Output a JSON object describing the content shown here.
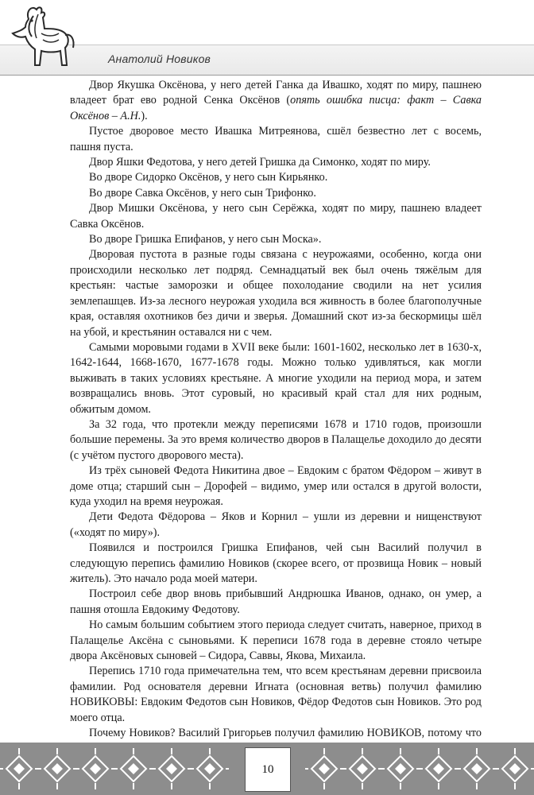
{
  "header": {
    "running_head": "Анатолий Новиков"
  },
  "paragraphs": [
    {
      "text": "Двор Якушка Оксёнова, у него детей Ганка да Ивашко, ходят по миру, пашнею владеет брат ево родной Сенка Оксёнов (",
      "italic": "опять ошибка писца: факт – Савка Оксёнов – А.Н.",
      "after": ")."
    },
    {
      "text": "Пустое дворовое место Ивашка Митреянова, сшёл безвестно лет с восемь, пашня пуста."
    },
    {
      "text": "Двор Яшки Федотова, у него детей Гришка да Симонко, ходят по миру."
    },
    {
      "text": "Во дворе Сидорко Оксёнов, у него сын Кирьянко."
    },
    {
      "text": "Во дворе Савка Оксёнов, у него сын Трифонко."
    },
    {
      "text": "Двор Мишки Оксёнова, у него сын Серёжка, ходят по миру, пашнею владеет Савка Оксёнов."
    },
    {
      "text": "Во дворе Гришка Епифанов, у него сын Моска»."
    },
    {
      "text": "Дворовая пустота в разные годы связана с неурожаями, особенно, когда они происходили несколько лет подряд. Семнадцатый век был очень тяжёлым для крестьян: частые заморозки и общее похолодание сводили на нет усилия землепашцев. Из-за лесного неурожая уходила вся живность в более благополучные края, оставляя охотников без дичи и зверья. Домашний скот из-за бескормицы шёл на убой, и крестьянин оставался ни с чем."
    },
    {
      "text": "Самыми моровыми годами в XVII веке были: 1601-1602, несколько лет в 1630-х, 1642-1644, 1668-1670, 1677-1678 годы. Можно только удивляться, как могли выживать в таких условиях крестьяне. А многие уходили на период мора, и затем возвращались вновь. Этот суровый, но красивый край стал для них родным, обжитым домом."
    },
    {
      "text": "За 32 года, что протекли между переписями 1678 и 1710 годов, произошли большие перемены. За это время количество дворов в Палащелье доходило до десяти (с учётом пустого дворового места)."
    },
    {
      "text": "Из трёх сыновей Федота Никитина двое – Евдоким с братом Фёдором – живут в доме отца; старший сын – Дорофей – видимо, умер или остался в другой волости, куда уходил на время неурожая."
    },
    {
      "text": "Дети Федота Фёдорова – Яков и Корнил – ушли из деревни и нищенствуют («ходят по миру»)."
    },
    {
      "text": "Появился и построился Гришка Епифанов, чей сын Василий получил в следующую перепись фамилию Новиков (скорее всего, от прозвища Новик – новый житель). Это начало рода моей матери."
    },
    {
      "text": "Построил себе двор вновь прибывший Андрюшка Иванов, однако, он умер, а пашня отошла Евдокиму Федотову."
    },
    {
      "text": "Но самым большим событием этого периода следует считать, наверное, приход в Палащелье Аксёна с сыновьями. К переписи 1678 года в деревне стояло четыре двора Аксёновых сыновей – Сидора, Саввы, Якова, Михаила."
    },
    {
      "text": "Перепись 1710 года примечательна тем, что всем крестьянам деревни присвоила фамилии. Род основателя деревни Игната (основная ветвь) получил фамилию НОВИКОВЫ: Евдоким Федотов сын Новиков, Фёдор Федотов сын Новиков. Это род моего отца."
    },
    {
      "text": "Почему Новиков? Василий Григорьев получил фамилию НОВИКОВ, потому что его отец Григорий Епифанов носил прозвище «новик» как новый житель деревни."
    }
  ],
  "footer": {
    "page_number": "10"
  },
  "colors": {
    "footer_bg": "#8d8d8d",
    "ornament": "#ffffff"
  },
  "icons": {
    "header_emblem": "horse-icon",
    "footer_ornament": "folk-ornament-icon"
  }
}
